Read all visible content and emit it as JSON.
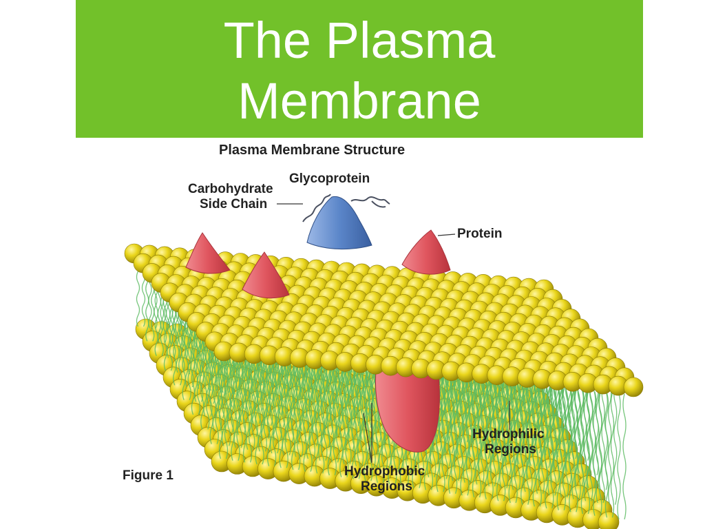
{
  "slide": {
    "title_line1": "The Plasma",
    "title_line2": "Membrane",
    "banner_color": "#72c12a"
  },
  "figure": {
    "heading": "Plasma Membrane Structure",
    "labels": {
      "carbohydrate_line1": "Carbohydrate",
      "carbohydrate_line2": "Side Chain",
      "glycoprotein": "Glycoprotein",
      "protein": "Protein",
      "hydrophilic_line1": "Hydrophilic",
      "hydrophilic_line2": "Regions",
      "hydrophobic_line1": "Hydrophobic",
      "hydrophobic_line2": "Regions",
      "figure_caption": "Figure 1"
    },
    "colors": {
      "phospholipid_head": "#e8d21a",
      "lipid_tail": "#5dbb63",
      "protein": "#e0565f",
      "glycoprotein": "#5b86c9"
    }
  }
}
